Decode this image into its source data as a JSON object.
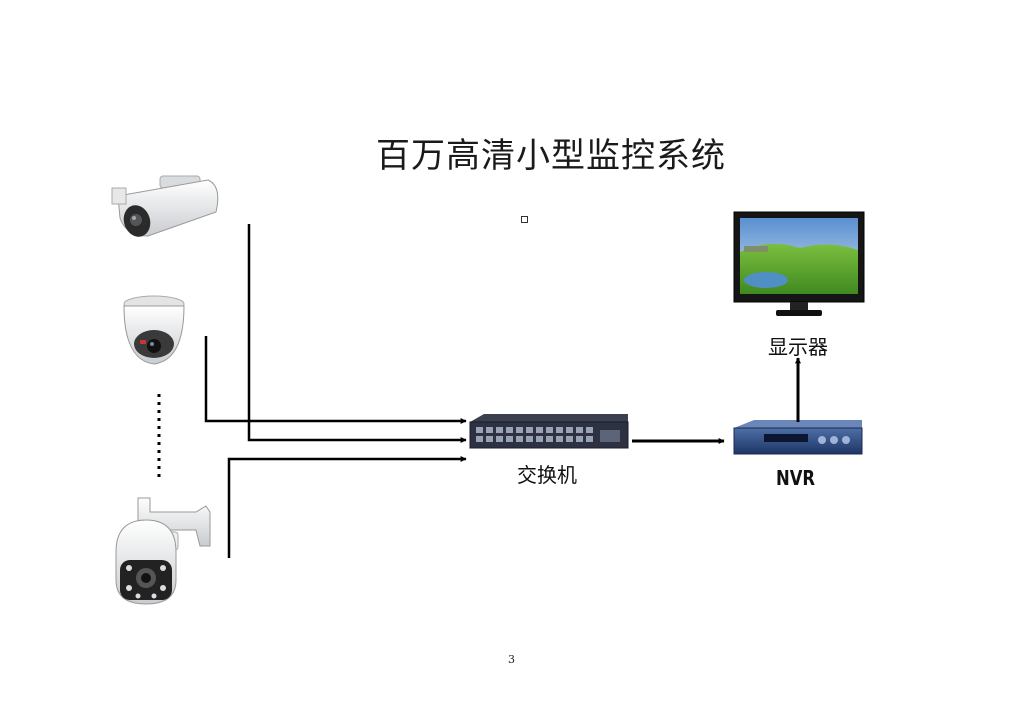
{
  "diagram": {
    "title": "百万高清小型监控系统",
    "nodes": {
      "bullet_camera": {
        "icon": "bullet-camera-icon"
      },
      "dome_camera": {
        "icon": "dome-camera-icon"
      },
      "ptz_camera": {
        "icon": "ptz-speed-dome-camera-icon"
      },
      "switch": {
        "label": "交换机",
        "icon": "network-switch-icon"
      },
      "nvr": {
        "label": "NVR",
        "icon": "nvr-recorder-icon"
      },
      "monitor": {
        "label": "显示器",
        "icon": "monitor-icon"
      }
    },
    "edges": [
      {
        "from": "bullet_camera",
        "to": "switch"
      },
      {
        "from": "dome_camera",
        "to": "switch"
      },
      {
        "from": "ptz_camera",
        "to": "switch"
      },
      {
        "from": "switch",
        "to": "nvr"
      },
      {
        "from": "nvr",
        "to": "monitor"
      }
    ],
    "page_number": "3"
  }
}
